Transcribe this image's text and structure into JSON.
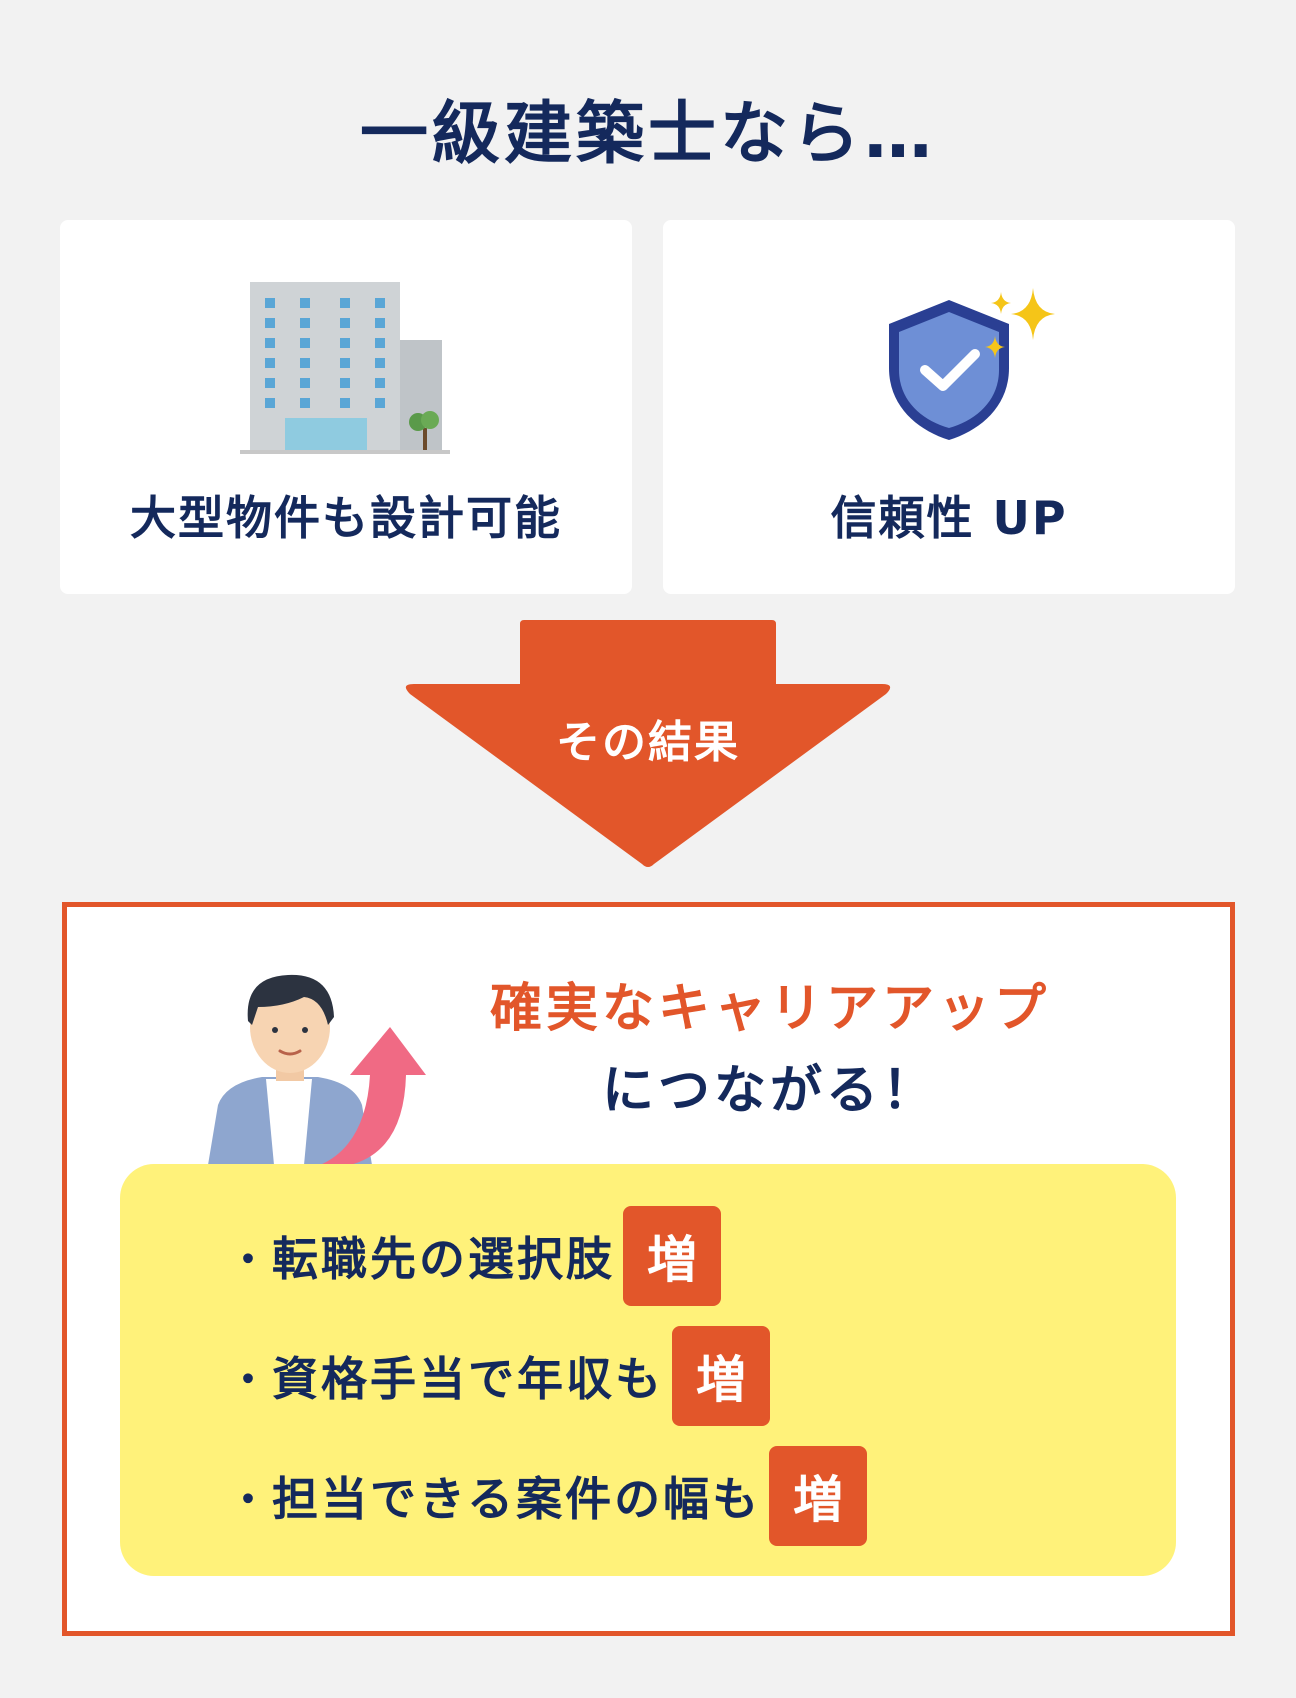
{
  "title": "一級建築士なら…",
  "cards": [
    {
      "label": "大型物件も設計可能",
      "icon": "office-building-icon"
    },
    {
      "label": "信頼性 UP",
      "icon": "shield-check-sparkle-icon"
    }
  ],
  "arrow": {
    "label": "その結果"
  },
  "result": {
    "headline_accent": "確実なキャリアアップ",
    "headline_sub": "につながる！",
    "icon": "businessman-growth-icon",
    "items": [
      {
        "text": "転職先の選択肢",
        "badge": "増"
      },
      {
        "text": "資格手当で年収も",
        "badge": "増"
      },
      {
        "text": "担当できる案件の幅も",
        "badge": "増"
      }
    ],
    "bullet": "・"
  },
  "colors": {
    "navy": "#14295c",
    "orange": "#e2562a",
    "yellow": "#fff27a",
    "background": "#f2f2f2"
  }
}
